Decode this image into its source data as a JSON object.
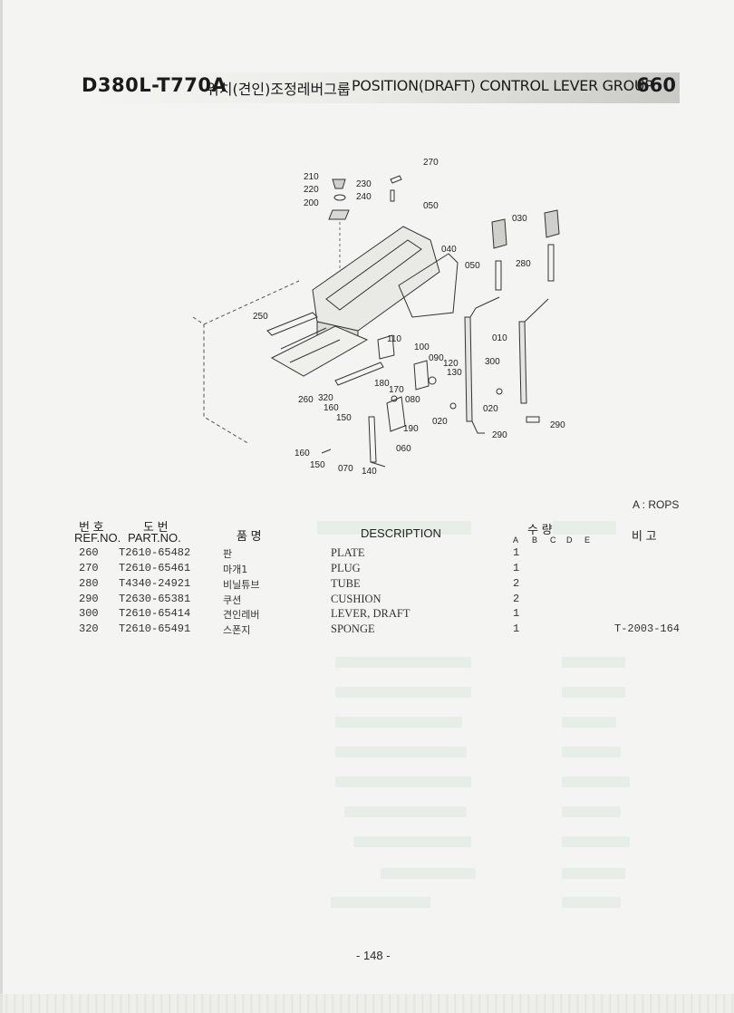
{
  "header": {
    "model": "D380L-T770A",
    "title_kr": "위치(견인)조정레버그룹",
    "title_en": "POSITION(DRAFT) CONTROL LEVER GROUP",
    "group_no": "660"
  },
  "diagram": {
    "callouts": [
      "270",
      "210",
      "230",
      "220",
      "240",
      "200",
      "050",
      "030",
      "040",
      "050",
      "280",
      "250",
      "010",
      "110",
      "100",
      "090",
      "120",
      "130",
      "300",
      "180",
      "170",
      "080",
      "260",
      "320",
      "160",
      "150",
      "020",
      "020",
      "290",
      "190",
      "290",
      "060",
      "160",
      "150",
      "070",
      "140"
    ]
  },
  "note": "A : ROPS",
  "table": {
    "headers": {
      "ref_kr": "번 호",
      "ref_en": "REF.NO.",
      "part_kr": "도  번",
      "part_en": "PART.NO.",
      "name_kr": "품     명",
      "description": "DESCRIPTION",
      "qty_kr": "수   량",
      "qty_cols": [
        "A",
        "B",
        "C",
        "D",
        "E"
      ],
      "remark_kr": "비  고"
    },
    "rows": [
      {
        "ref": "260",
        "part": "T2610-65482",
        "name_kr": "판",
        "desc": "PLATE",
        "qty": "1",
        "remark": ""
      },
      {
        "ref": "270",
        "part": "T2610-65461",
        "name_kr": "마개1",
        "desc": "PLUG",
        "qty": "1",
        "remark": ""
      },
      {
        "ref": "280",
        "part": "T4340-24921",
        "name_kr": "비닐튜브",
        "desc": "TUBE",
        "qty": "2",
        "remark": ""
      },
      {
        "ref": "290",
        "part": "T2630-65381",
        "name_kr": "쿠션",
        "desc": "CUSHION",
        "qty": "2",
        "remark": ""
      },
      {
        "ref": "300",
        "part": "T2610-65414",
        "name_kr": "견인레버",
        "desc": "LEVER, DRAFT",
        "qty": "1",
        "remark": ""
      },
      {
        "ref": "320",
        "part": "T2610-65491",
        "name_kr": "스폰지",
        "desc": "SPONGE",
        "qty": "1",
        "remark": "T-2003-164"
      }
    ]
  },
  "footer": {
    "page": "- 148 -"
  }
}
